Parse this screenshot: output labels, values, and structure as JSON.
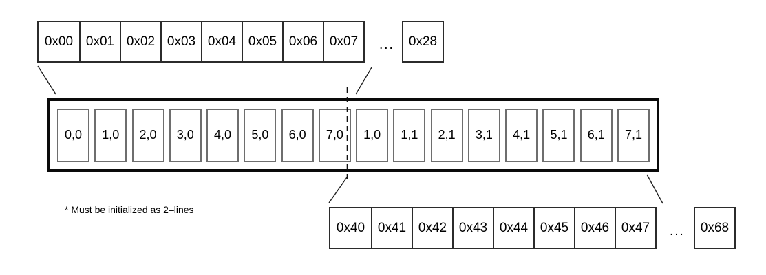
{
  "top_memory_row": {
    "cells": [
      "0x00",
      "0x01",
      "0x02",
      "0x03",
      "0x04",
      "0x05",
      "0x06",
      "0x07"
    ],
    "ellipsis": "...",
    "last_cell": "0x28"
  },
  "buffer_box": {
    "cells": [
      "0,0",
      "1,0",
      "2,0",
      "3,0",
      "4,0",
      "5,0",
      "6,0",
      "7,0",
      "1,0",
      "1,1",
      "2,1",
      "3,1",
      "4,1",
      "5,1",
      "6,1",
      "7,1"
    ]
  },
  "bottom_memory_row": {
    "cells": [
      "0x40",
      "0x41",
      "0x42",
      "0x43",
      "0x44",
      "0x45",
      "0x46",
      "0x47"
    ],
    "ellipsis": "...",
    "last_cell": "0x68"
  },
  "note": "* Must be initialized as 2–lines",
  "colors": {
    "background": "#ffffff",
    "thin_border": "#2b2b2b",
    "thick_border": "#0a0a0a",
    "inner_cell_border": "#6e6e6e",
    "connector_line": "#1f1f1f",
    "text": "#000000"
  }
}
